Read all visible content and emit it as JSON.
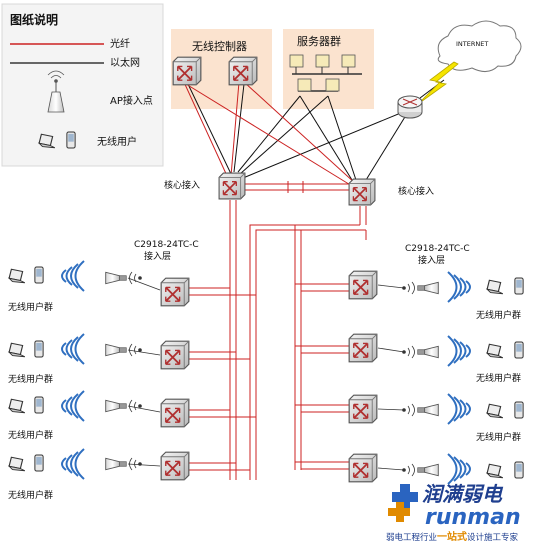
{
  "legend": {
    "title": "图纸说明",
    "fiber": "光纤",
    "ethernet": "以太网",
    "ap": "AP接入点",
    "wireless_user": "无线用户"
  },
  "groups": {
    "controller": "无线控制器",
    "server": "服务器群"
  },
  "cloud": "INTERNET",
  "core": {
    "left": "核心接入",
    "right": "核心接入"
  },
  "access": {
    "left_model": "C2918-24TC-C",
    "left_layer": "接入层",
    "right_model": "C2918-24TC-C",
    "right_layer": "接入层"
  },
  "user_group_label": "无线用户群",
  "colors": {
    "fiber": "#cc2222",
    "ethernet": "#111111",
    "group_fill": "#fbe3cf",
    "wifi_wave": "#2f6fc0"
  },
  "watermark": {
    "cn_name": "润满弱电",
    "en_name": "runman",
    "tagline_pre": "弱电工程行业",
    "tagline_hl": "一站式",
    "tagline_post": "设计施工专家"
  }
}
